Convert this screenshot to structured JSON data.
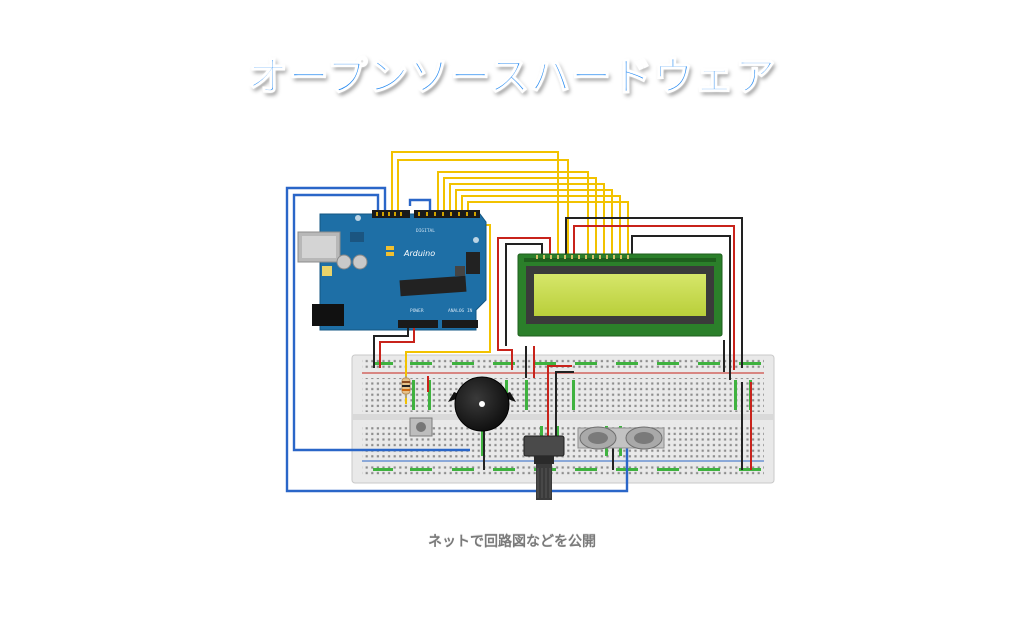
{
  "slide": {
    "title": "オープンソースハードウェア",
    "caption": "ネットで回路図などを公開"
  },
  "diagram": {
    "board_label": "Arduino",
    "colors": {
      "title": "#1f86f0",
      "board": "#1e6fa6",
      "lcd_pcb": "#2b7f2a",
      "lcd_screen": "#c7dc4a",
      "breadboard": "#ececec",
      "wire_yellow": "#f2c200",
      "wire_blue": "#2a66c8",
      "wire_red": "#c8231b",
      "wire_black": "#222222"
    }
  }
}
